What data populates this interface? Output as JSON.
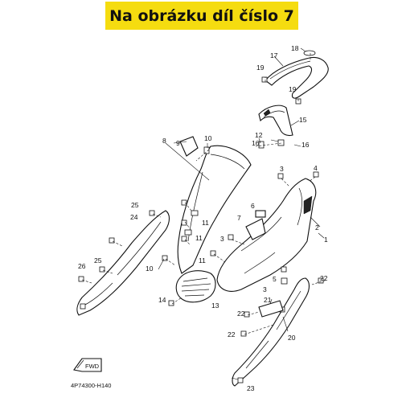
{
  "banner": {
    "title": "Na obrázku díl číslo 7",
    "color": "#f5dc10"
  },
  "diagram": {
    "callouts": [
      "1",
      "2",
      "3",
      "3",
      "3",
      "4",
      "5",
      "6",
      "7",
      "8",
      "9",
      "10",
      "10",
      "11",
      "11",
      "11",
      "12",
      "13",
      "14",
      "15",
      "16",
      "16",
      "17",
      "18",
      "19",
      "19",
      "20",
      "21",
      "22",
      "22",
      "22",
      "23",
      "24",
      "25",
      "25",
      "26"
    ],
    "fwd_label": "FWD",
    "drawing_code": "4P74300-H140"
  }
}
